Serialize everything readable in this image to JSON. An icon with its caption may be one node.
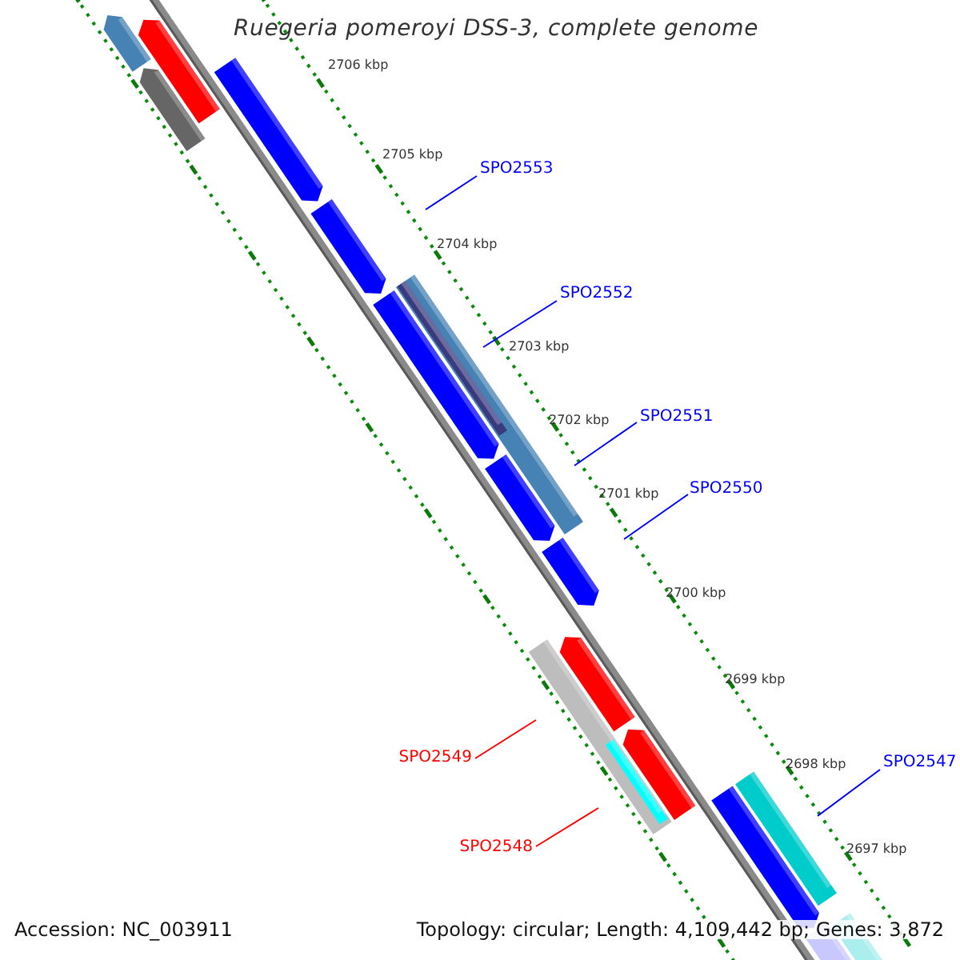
{
  "diagram": {
    "title": "Ruegeria pomeroyi DSS-3, complete genome",
    "nodes": [
      {
        "text": [
          "SPO2553"
        ]
      },
      {
        "text": [
          "SPO2552"
        ]
      },
      {
        "text": [
          "SPO2551"
        ]
      },
      {
        "text": [
          "SPO2550"
        ]
      },
      {
        "text": [
          "SPO2549"
        ]
      },
      {
        "text": [
          "SPO2548"
        ]
      },
      {
        "text": [
          "SPO2547"
        ]
      }
    ],
    "edges": [
      {
        "from": 0,
        "to": null,
        "arrow": "none"
      },
      {
        "from": 1,
        "to": null,
        "arrow": "none"
      },
      {
        "from": 2,
        "to": null,
        "arrow": "none"
      },
      {
        "from": 3,
        "to": null,
        "arrow": "none"
      },
      {
        "from": 4,
        "to": null,
        "arrow": "none",
        "color": "#ff0000"
      },
      {
        "from": 5,
        "to": null,
        "arrow": "none",
        "color": "#ff0000"
      },
      {
        "from": 6,
        "to": null,
        "arrow": "none"
      }
    ],
    "labels": [
      "2706 kbp",
      "2705 kbp",
      "2704 kbp",
      "2703 kbp",
      "2702 kbp",
      "2701 kbp",
      "2700 kbp",
      "2699 kbp",
      "2698 kbp",
      "2697 kbp",
      "Accession: NC_003911",
      "Topology: circular; Length: 4,109,442 bp; Genes: 3,872"
    ]
  }
}
